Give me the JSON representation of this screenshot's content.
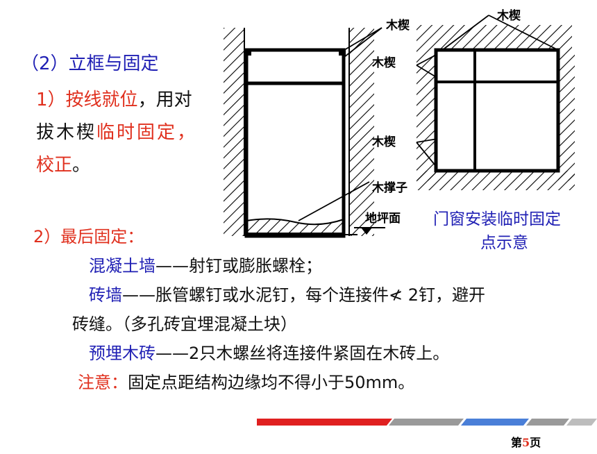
{
  "heading": "（2）立框与固定",
  "step1": {
    "num": "1）",
    "bold": "按线就位",
    "rest": "，用对",
    "line2_a": "拔木楔",
    "line2_b": "临时固定，",
    "line3": "校正",
    "line3_end": "。"
  },
  "step2": {
    "label": "2）最后固定："
  },
  "items": [
    {
      "term": "混凝土墙",
      "text": "——射钉或膨胀螺栓；"
    },
    {
      "term": "砖墙",
      "text": "——胀管螺钉或水泥钉，每个连接件≮ 2钉，避开",
      "text2": "砖缝。（多孔砖宜埋混凝土块）"
    },
    {
      "term": "预埋木砖",
      "text": "——2只木螺丝将连接件紧固在木砖上。"
    }
  ],
  "note": {
    "label": "注意：",
    "text": "固定点距结构边缘均不得小于50mm。"
  },
  "diagram": {
    "labels": {
      "wedge_top_left": "木楔",
      "wedge_top_right": "木楔",
      "wedge_mid": "木楔",
      "wedge_lower": "木楔",
      "brace": "木撑子",
      "floor": "地坪面"
    },
    "caption_line1": "门窗安装临时固定",
    "caption_line2": "点示意"
  },
  "footer": {
    "page_prefix": "第",
    "page_num": "5",
    "page_suffix": "页"
  },
  "colors": {
    "blue": "#1f1fb4",
    "red": "#e0301e",
    "bar_red": "#e02020",
    "bar_gray": "#9a9a9a",
    "bar_blue": "#4a7fd8"
  }
}
